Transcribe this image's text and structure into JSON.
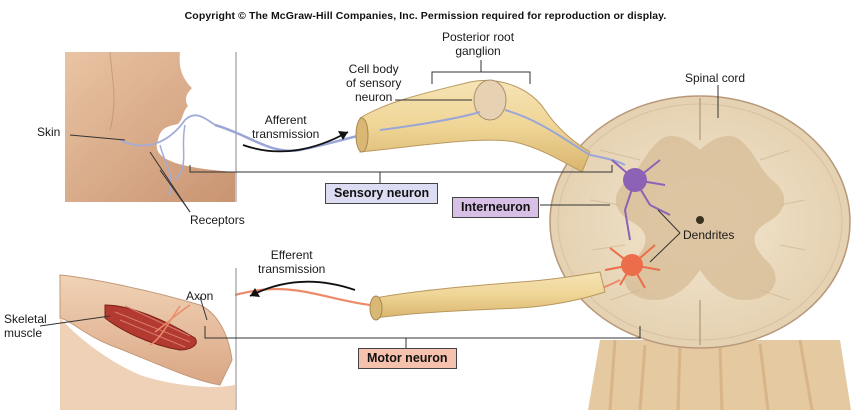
{
  "copyright": "Copyright © The McGraw-Hill Companies, Inc. Permission required for reproduction or display.",
  "labels": {
    "skin": "Skin",
    "receptors": "Receptors",
    "afferent": [
      "Afferent",
      "transmission"
    ],
    "cell_body": [
      "Cell body",
      "of sensory",
      "neuron"
    ],
    "posterior_root": [
      "Posterior root",
      "ganglion"
    ],
    "spinal_cord": "Spinal cord",
    "dendrites": "Dendrites",
    "efferent": [
      "Efferent",
      "transmission"
    ],
    "axon": "Axon",
    "skeletal_muscle": [
      "Skeletal",
      "muscle"
    ]
  },
  "boxes": {
    "sensory": "Sensory neuron",
    "interneuron": "Interneuron",
    "motor": "Motor neuron"
  },
  "colors": {
    "sensory_box": "#dcdcf2",
    "interneuron_box": "#d7bfe6",
    "motor_box": "#f6c2ae",
    "nerve": "#efd79e",
    "sensory_fiber": "#9aa6d8",
    "motor_fiber": "#ec8a6a",
    "interneuron": "#8b62b5"
  }
}
